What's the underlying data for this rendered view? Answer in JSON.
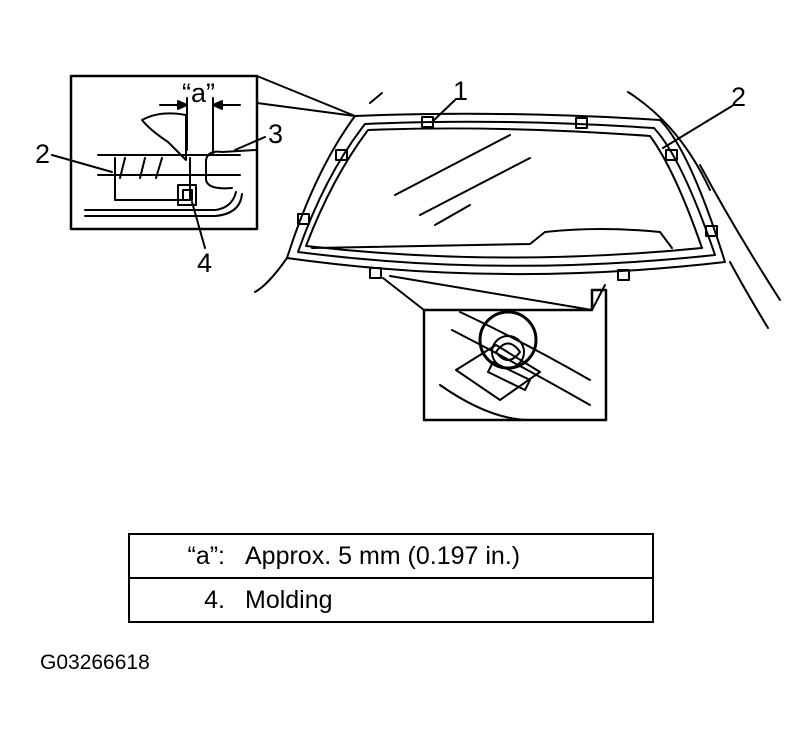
{
  "callouts": {
    "detail_a": "“a”",
    "detail_2": "2",
    "detail_3": "3",
    "detail_4": "4",
    "main_1": "1",
    "main_2": "2"
  },
  "legend": [
    {
      "key": "“a”:",
      "value": "Approx. 5 mm (0.197 in.)"
    },
    {
      "key": "4.",
      "value": "Molding"
    }
  ],
  "figure_code": "G03266618"
}
